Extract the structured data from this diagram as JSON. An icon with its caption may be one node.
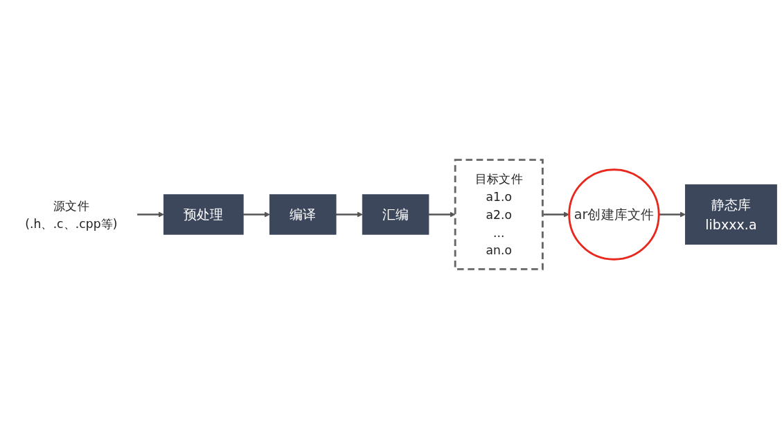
{
  "diagram": {
    "nodes": [
      {
        "text": [
          "源文件",
          "(.h、.c、.cpp等)"
        ]
      },
      {
        "text": [
          "预处理"
        ]
      },
      {
        "text": [
          "编译"
        ]
      },
      {
        "text": [
          "汇编"
        ]
      },
      {
        "text": [
          "目标文件",
          "a1.o",
          "a2.o",
          "...",
          "an.o"
        ]
      },
      {
        "text": [
          "ar创建库文件"
        ]
      },
      {
        "text": [
          "静态库",
          "libxxx.a"
        ]
      }
    ],
    "edges": [
      {
        "from": 0,
        "to": 1,
        "arrow": "to"
      },
      {
        "from": 1,
        "to": 2,
        "arrow": "to"
      },
      {
        "from": 2,
        "to": 3,
        "arrow": "to"
      },
      {
        "from": 3,
        "to": 4,
        "arrow": "to"
      },
      {
        "from": 4,
        "to": 5,
        "arrow": "to"
      },
      {
        "from": 5,
        "to": 6,
        "arrow": "to"
      }
    ]
  }
}
